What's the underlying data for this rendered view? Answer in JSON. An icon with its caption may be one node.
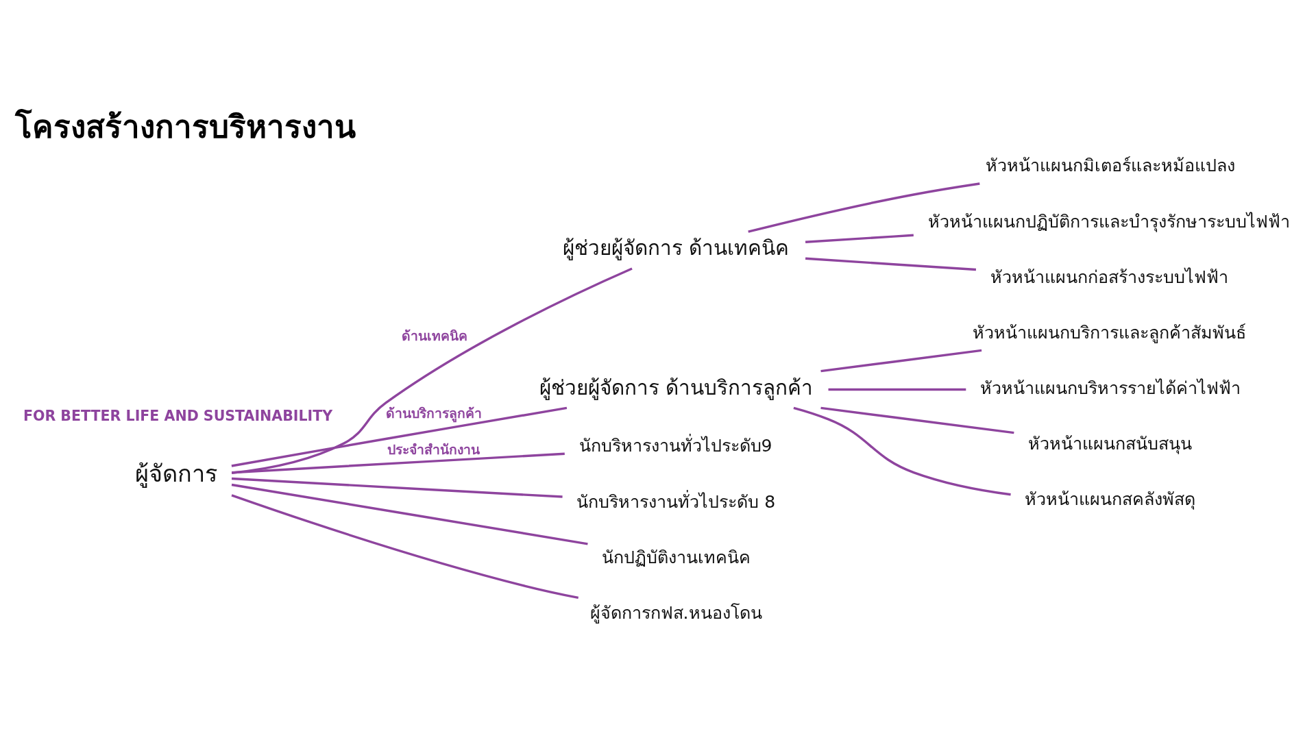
{
  "diagram": {
    "title": "โครงสร้างการบริหารงาน",
    "nodes": [
      {
        "text": [
          "ผู้จัดการ"
        ]
      },
      {
        "text": [
          "ผู้ช่วยผู้จัดการ ด้านเทคนิค"
        ]
      },
      {
        "text": [
          "ผู้ช่วยผู้จัดการ ด้านบริการลูกค้า"
        ]
      },
      {
        "text": [
          "หัวหน้าแผนกมิเตอร์และหม้อแปลง"
        ]
      },
      {
        "text": [
          "หัวหน้าแผนกปฏิบัติการและบำรุงรักษาระบบไฟฟ้า"
        ]
      },
      {
        "text": [
          "หัวหน้าแผนกก่อสร้างระบบไฟฟ้า"
        ]
      },
      {
        "text": [
          "หัวหน้าแผนกบริการและลูกค้าสัมพันธ์"
        ]
      },
      {
        "text": [
          "หัวหน้าแผนกบริหารรายได้ค่าไฟฟ้า"
        ]
      },
      {
        "text": [
          "หัวหน้าแผนกสนับสนุน"
        ]
      },
      {
        "text": [
          "หัวหน้าแผนกสคลังพัสดุ"
        ]
      },
      {
        "text": [
          "นักบริหารงานทั่วไประดับ9"
        ]
      },
      {
        "text": [
          "นักบริหารงานทั่วไประดับ 8"
        ]
      },
      {
        "text": [
          "นักปฏิบัติงานเทคนิค"
        ]
      },
      {
        "text": [
          "ผู้จัดการกฟส.หนองโดน"
        ]
      }
    ],
    "edges": [
      {
        "from": 0,
        "to": 1,
        "arrow": "none",
        "label": "ด้านเทคนิค"
      },
      {
        "from": 0,
        "to": 2,
        "arrow": "none",
        "label": "ด้านบริการลูกค้า"
      },
      {
        "from": 1,
        "to": 3,
        "arrow": "none"
      },
      {
        "from": 1,
        "to": 4,
        "arrow": "none"
      },
      {
        "from": 1,
        "to": 5,
        "arrow": "none"
      },
      {
        "from": 2,
        "to": 6,
        "arrow": "none"
      },
      {
        "from": 2,
        "to": 7,
        "arrow": "none"
      },
      {
        "from": 2,
        "to": 8,
        "arrow": "none"
      },
      {
        "from": 2,
        "to": 9,
        "arrow": "none"
      },
      {
        "from": 0,
        "to": 10,
        "arrow": "none",
        "label": "ประจำสำนักงาน"
      },
      {
        "from": 0,
        "to": 11,
        "arrow": "none"
      },
      {
        "from": 0,
        "to": 12,
        "arrow": "none"
      },
      {
        "from": 0,
        "to": 13,
        "arrow": "none"
      }
    ],
    "labels": [
      "FOR BETTER LIFE AND SUSTAINABILITY"
    ]
  }
}
